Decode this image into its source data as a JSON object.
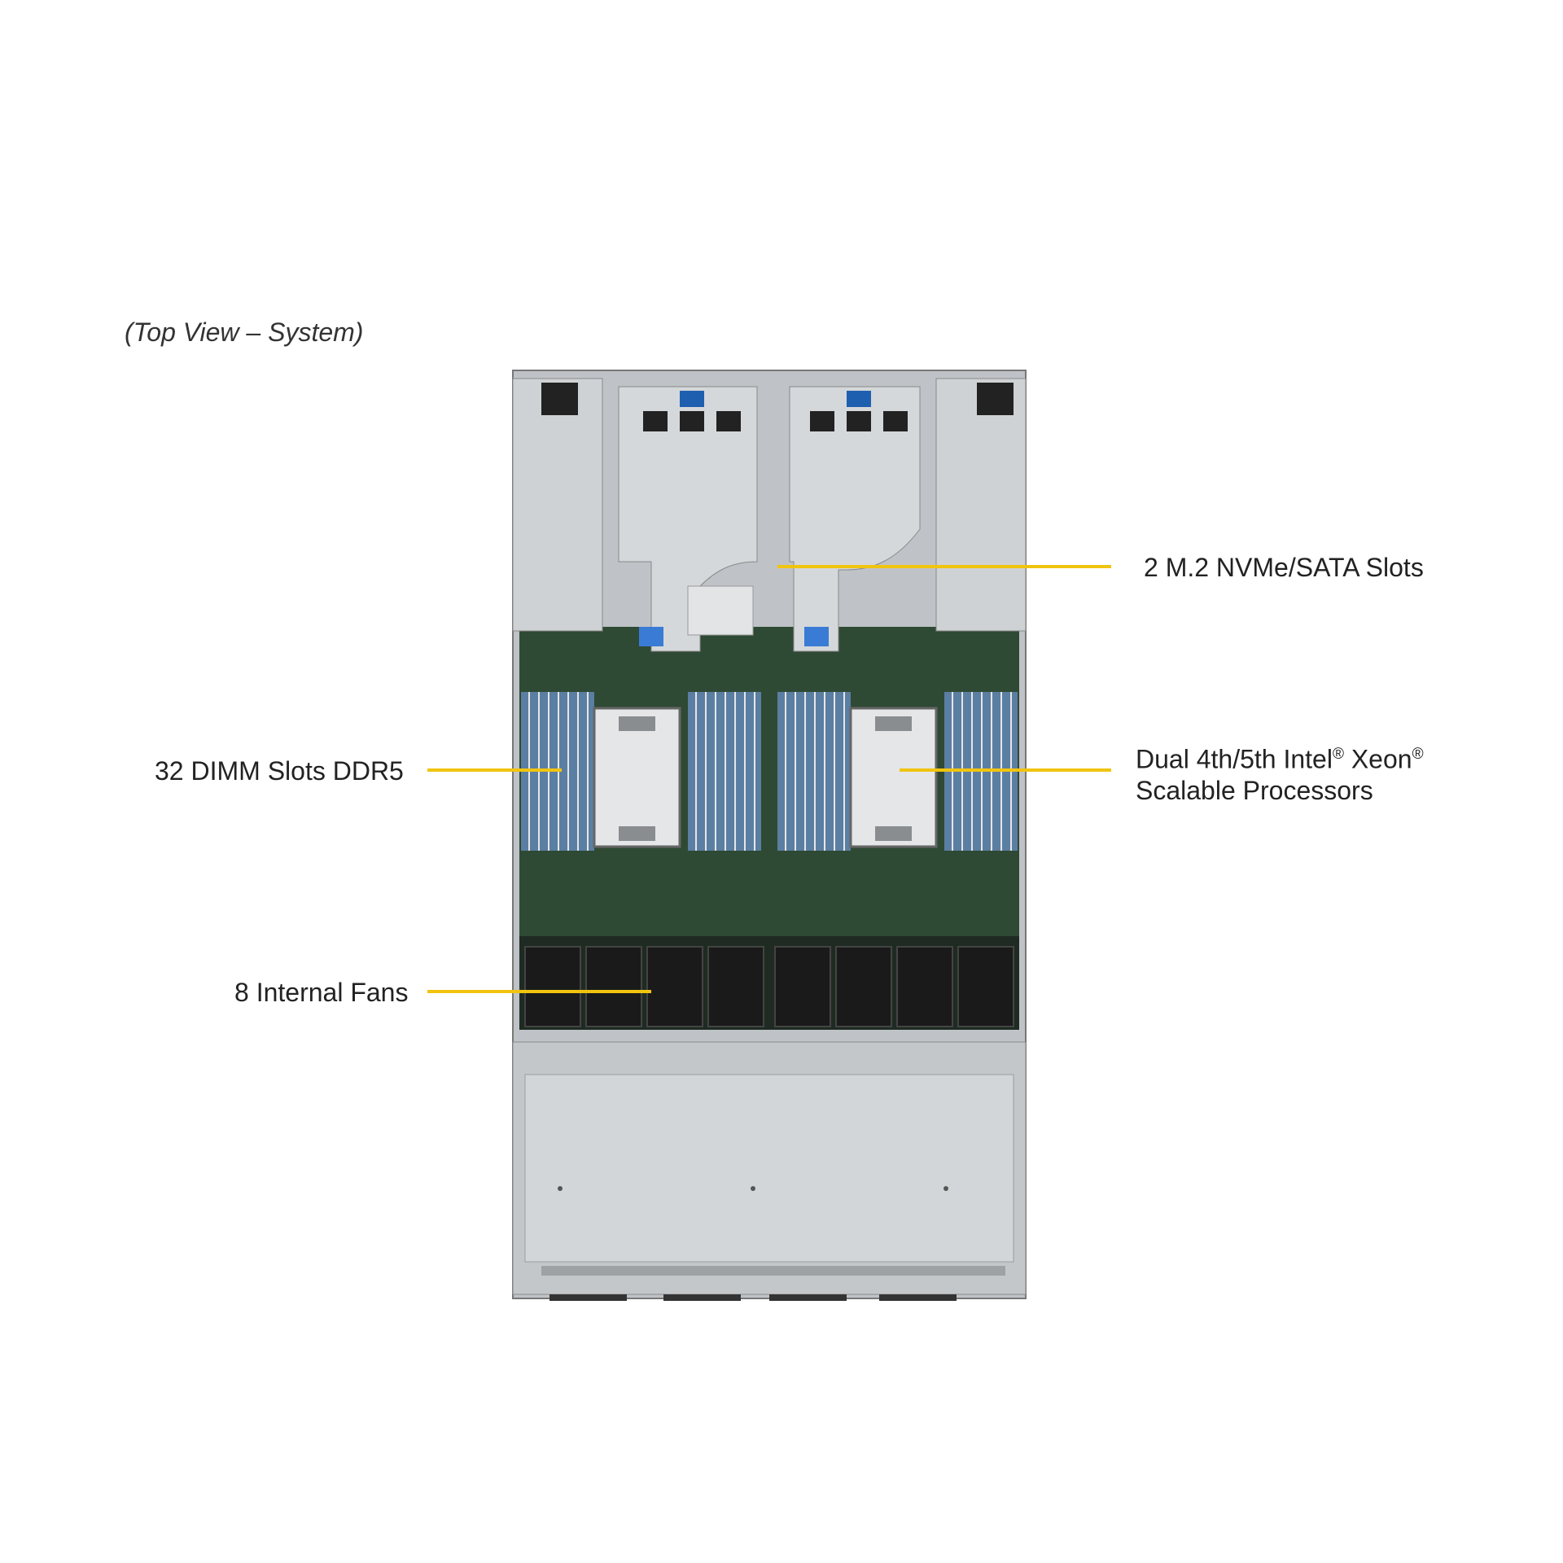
{
  "caption": "(Top View – System)",
  "callouts": {
    "m2": "2 M.2 NVMe/SATA Slots",
    "dimm": "32 DIMM Slots DDR5",
    "cpu_line1": "Dual 4th/5th Intel",
    "cpu_reg1": "®",
    "cpu_xeon": " Xeon",
    "cpu_reg2": "®",
    "cpu_line2": "Scalable Processors",
    "fans": "8 Internal Fans"
  },
  "colors": {
    "callout_line": "#f1c40f",
    "motherboard": "#2f4a34",
    "chassis": "#c9cccf"
  }
}
